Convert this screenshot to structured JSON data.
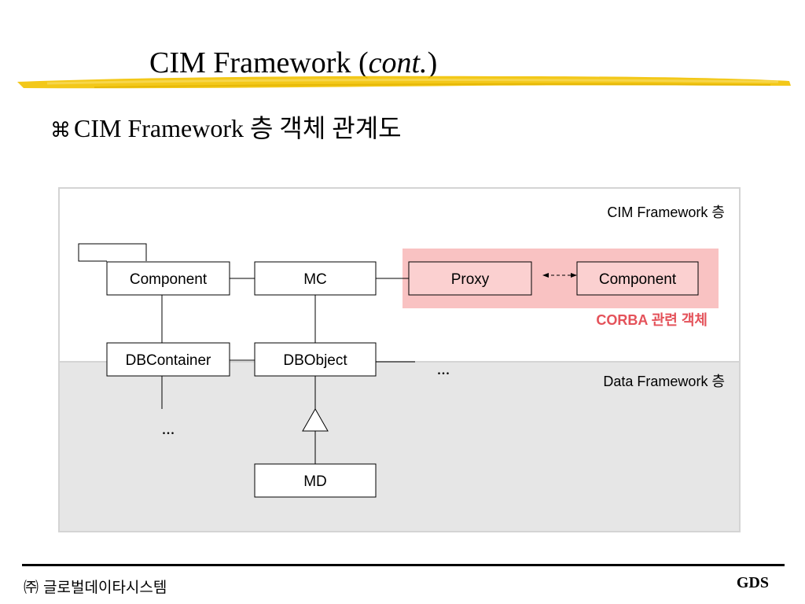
{
  "slide": {
    "title_main": "CIM Framework (",
    "title_italic": "cont.",
    "title_end": ")",
    "subtitle_bullet": "⌘",
    "subtitle": "CIM Framework 층 객체 관계도"
  },
  "diagram": {
    "cim_layer_label": "CIM Framework 층",
    "data_layer_label": "Data Framework 층",
    "corba_label": "CORBA 관련 객체",
    "boxes": {
      "component_left": "Component",
      "mc": "MC",
      "proxy": "Proxy",
      "component_right": "Component",
      "dbcontainer": "DBContainer",
      "dbobject": "DBObject",
      "md": "MD"
    },
    "ellipsis_right": "...",
    "ellipsis_left": "...",
    "colors": {
      "corba_region": "#f9c2c2",
      "proxy_fill": "#fbd0d0",
      "corba_text": "#e4525a",
      "data_layer_bg": "#e6e6e6",
      "title_brush": "#f2c200"
    }
  },
  "footer": {
    "company": "㈜ 글로벌데이타시스템",
    "brand": "GDS"
  }
}
